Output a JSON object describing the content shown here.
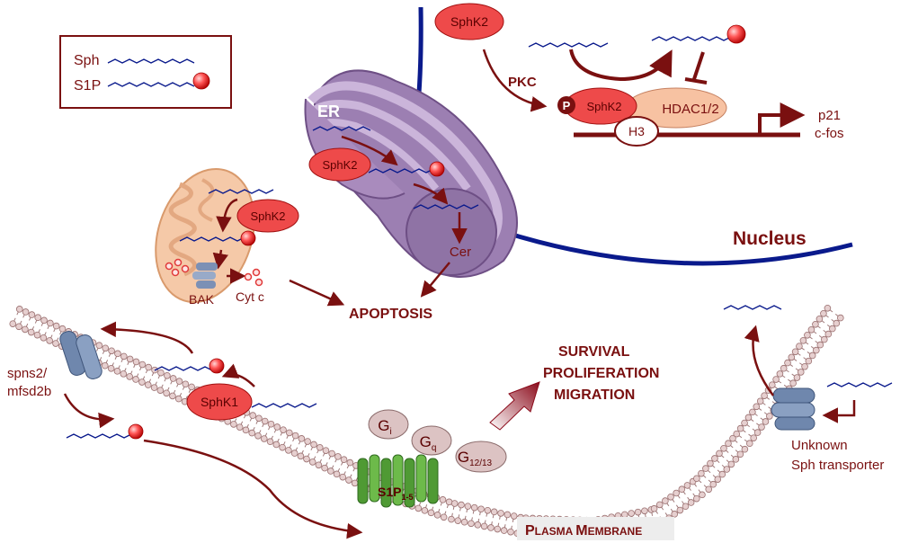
{
  "legend": {
    "sph": "Sph",
    "s1p": "S1P"
  },
  "labels": {
    "er": "ER",
    "nucleus": "Nucleus",
    "pkc": "PKC",
    "phospho": "P",
    "sphk2_nuclear": "SphK2",
    "sphk2_phospho": "SphK2",
    "hdac": "HDAC1/2",
    "h3": "H3",
    "p21": "p21",
    "cfos": "c-fos",
    "sphk2_er": "SphK2",
    "cer": "Cer",
    "sphk2_mito": "SphK2",
    "bak": "BAK",
    "cytc": "Cyt c",
    "apoptosis": "APOPTOSIS",
    "survival_1": "SURVIVAL",
    "survival_2": "PROLIFERATION",
    "survival_3": "MIGRATION",
    "spns2_1": "spns2/",
    "spns2_2": "mfsd2b",
    "sphk1": "SphK1",
    "gi_main": "G",
    "gi_sub": "i",
    "gq_main": "G",
    "gq_sub": "q",
    "g12_main": "G",
    "g12_sub": "12/13",
    "s1pr_main": "S1P",
    "s1pr_sub": "1-5",
    "unknown_1": "Unknown",
    "unknown_2": "Sph transporter",
    "pm_1": "P",
    "pm_2": "LASMA ",
    "pm_3": "M",
    "pm_4": "EMBRANE"
  },
  "colors": {
    "dark_red": "#7a1010",
    "navy": "#0a1a8c",
    "sphk_fill": "#ee4a4a",
    "g_fill": "#dcc3c3",
    "er_fill": "#a98bbd",
    "mito_fill": "#f5c9a8",
    "receptor": "#5aa63c",
    "transporter": "#6f87ad"
  }
}
